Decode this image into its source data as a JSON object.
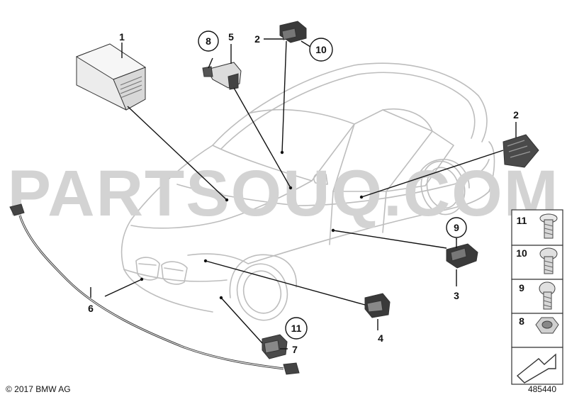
{
  "watermark": "PARTSOUQ.COM",
  "copyright": "© 2017 BMW AG",
  "diagram_number": "485440",
  "callouts": {
    "c1": "1",
    "c2a": "2",
    "c2b": "2",
    "c3": "3",
    "c4": "4",
    "c5": "5",
    "c6": "6",
    "c7": "7",
    "c8": "8",
    "c9": "9",
    "c10": "10",
    "c11": "11"
  },
  "fasteners": [
    "11",
    "10",
    "9",
    "8"
  ],
  "colors": {
    "car_outline": "#bdbdbd",
    "watermark": "#d3d3d3",
    "part_light": "#e6e6e6",
    "part_dark": "#3a3a3a"
  },
  "icons": [
    "control-unit",
    "sensor",
    "harness",
    "bolt",
    "nut",
    "arrow"
  ]
}
